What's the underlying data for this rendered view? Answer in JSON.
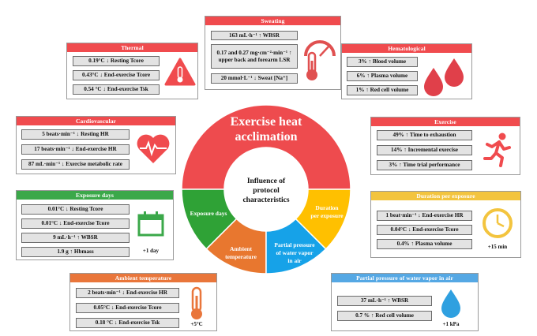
{
  "center": {
    "title_line1": "Exercise heat",
    "title_line2": "acclimation",
    "inner_line1": "Influence of",
    "inner_line2": "protocol",
    "inner_line3": "characteristics",
    "segments": [
      {
        "label": "Exposure days",
        "color": "#2fa236"
      },
      {
        "label": "Ambient temperature",
        "color": "#e8772f"
      },
      {
        "label": "Partial pressure of water vapor in air",
        "color": "#16a2e8"
      },
      {
        "label": "Duration per exposure",
        "color": "#ffc000"
      }
    ],
    "top_color": "#ee4b4e"
  },
  "colors": {
    "red": "#f04b4e",
    "green": "#3ba84a",
    "orange": "#e9763b",
    "blue": "#55a8e4",
    "yellow": "#f3c43e"
  },
  "panels": {
    "sweating": {
      "title": "Sweating",
      "rows": [
        "163 mL·h⁻¹ ↑ WBSR",
        "0.17 and 0.27 mg·cm⁻²·min⁻¹ ↑ upper back and forearm LSR",
        "20 mmol·L⁻¹ ↓ Sweat [Na⁺]"
      ]
    },
    "thermal": {
      "title": "Thermal",
      "rows": [
        "0.19°C ↓ Resting Tcore",
        "0.43°C ↓ End-exercise Tcore",
        "0.54 °C ↓ End-exercise Tsk"
      ]
    },
    "hematological": {
      "title": "Hematological",
      "rows": [
        "3% ↑ Blood volume",
        "6% ↑ Plasma volume",
        "1% ↑ Red cell volume"
      ]
    },
    "cardiovascular": {
      "title": "Cardiovascular",
      "rows": [
        "5 beats·min⁻¹ ↓ Resting HR",
        "17 beats·min⁻¹ ↓ End-exercise HR",
        "87 mL·min⁻¹ ↓ Exercise metabolic rate"
      ]
    },
    "exercise": {
      "title": "Exercise",
      "rows": [
        "49% ↑ Time to exhaustion",
        "14% ↑ Incremental exercise",
        "3% ↑ Time trial performance"
      ]
    },
    "exposure_days": {
      "title": "Exposure days",
      "rows": [
        "0.01°C ↓ Resting Tcore",
        "0.01°C ↓ End-exercise Tcore",
        "9 mL·h⁻¹ ↑ WBSR",
        "1.9 g ↑ Hbmass"
      ],
      "increment": "+1 day"
    },
    "duration": {
      "title": "Duration per exposure",
      "rows": [
        "1 beat·min⁻¹ ↓ End-exercise HR",
        "0.04°C ↓ End-exercise Tcore",
        "0.4% ↑ Plasma volume"
      ],
      "increment": "+15 min"
    },
    "ambient": {
      "title": "Ambient temperature",
      "rows": [
        "2 beats·min⁻¹ ↓ End-exercise HR",
        "0.05°C ↓ End-exercise Tcore",
        "0.18 °C ↓ End-exercise Tsk"
      ],
      "increment": "+5°C"
    },
    "vapor": {
      "title": "Partial pressure of water vapor in air",
      "rows": [
        "37 mL·h⁻¹ ↑ WBSR",
        "0.7 % ↑ Red cell volume"
      ],
      "increment": "+1 kPa"
    }
  }
}
